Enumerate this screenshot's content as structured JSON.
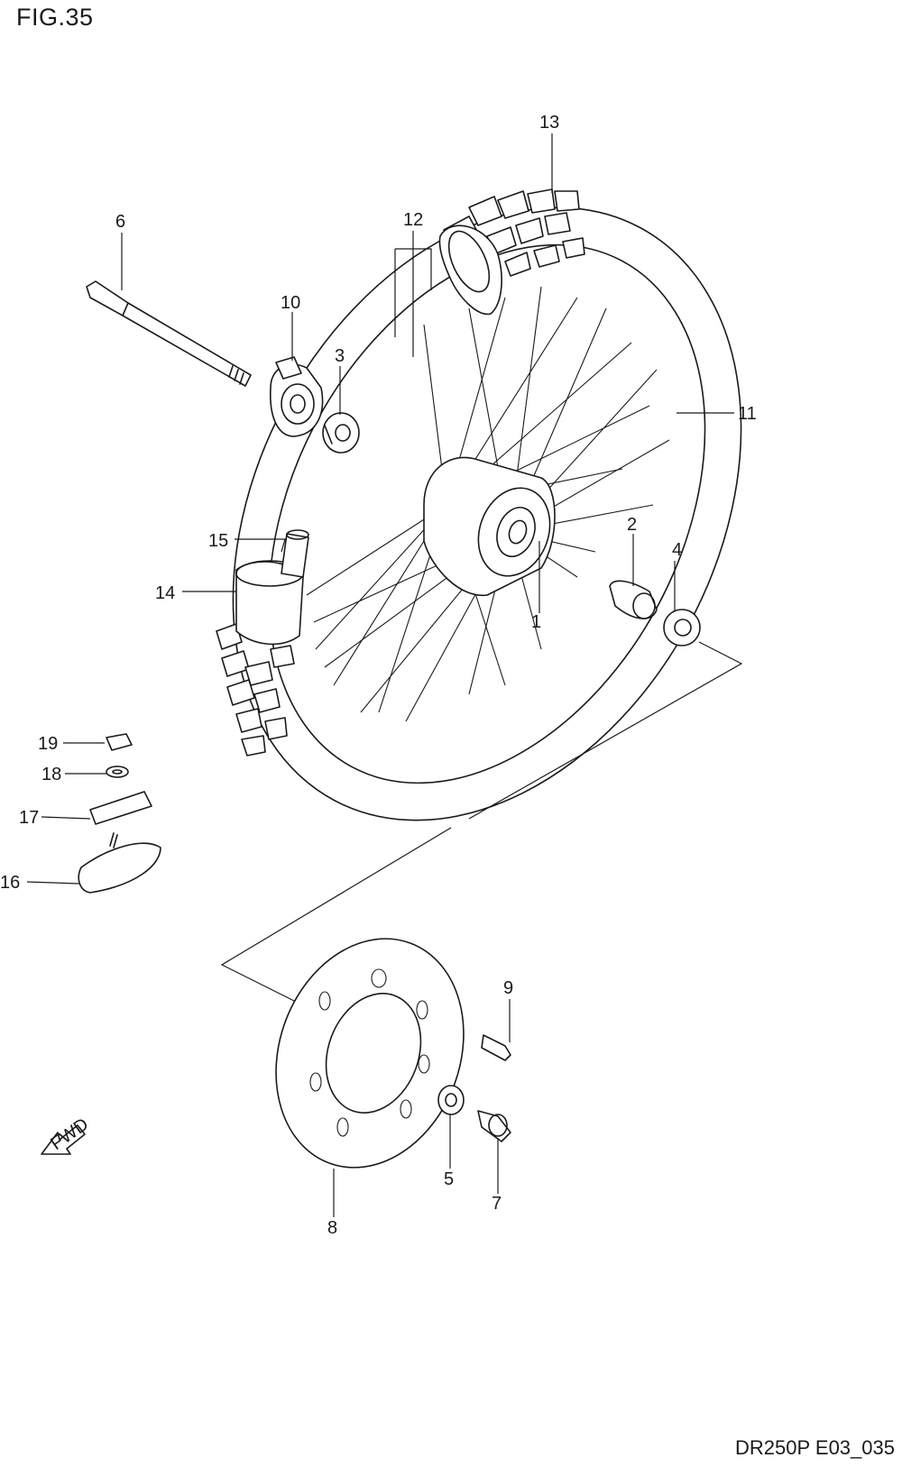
{
  "figure": {
    "title": "FIG.35",
    "code": "DR250P E03_035"
  },
  "fwd_label": "FWD",
  "callouts": [
    "1",
    "2",
    "3",
    "4",
    "5",
    "6",
    "7",
    "8",
    "9",
    "10",
    "11",
    "12",
    "13",
    "14",
    "15",
    "16",
    "17",
    "18",
    "19"
  ],
  "line_color": "#1a1a1a",
  "background": "#ffffff"
}
